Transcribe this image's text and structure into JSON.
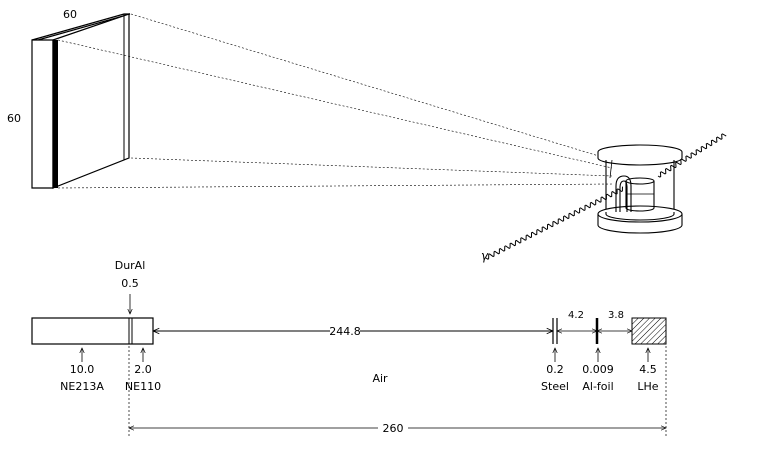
{
  "detector_3d": {
    "width_label": "60",
    "height_label": "60"
  },
  "cryostat": {
    "gamma_label": "γ"
  },
  "layers": {
    "durAl_name": "DurAl",
    "durAl_thickness": "0.5",
    "ne213a_thickness": "10.0",
    "ne213a_name": "NE213A",
    "ne110_thickness": "2.0",
    "ne110_name": "NE110",
    "air_gap": "244.8",
    "air_name": "Air",
    "steel_thickness": "0.2",
    "steel_name": "Steel",
    "gap_steel_foil": "4.2",
    "alfoil_thickness": "0.009",
    "alfoil_name": "Al-foil",
    "gap_foil_lhe": "3.8",
    "lhe_thickness": "4.5",
    "lhe_name": "LHe",
    "total_length": "260"
  }
}
